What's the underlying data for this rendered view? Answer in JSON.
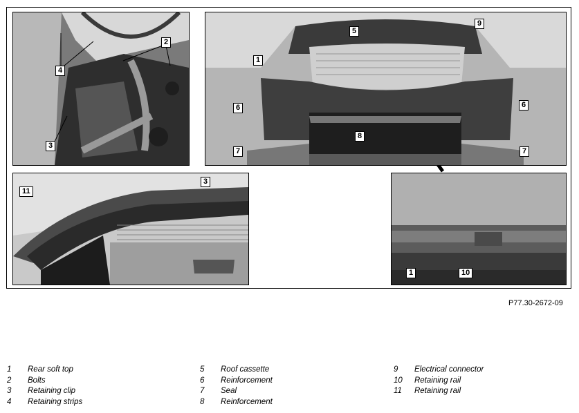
{
  "figure_reference": "P77.30-2672-09",
  "callouts": {
    "p1": [
      "2",
      "4",
      "3"
    ],
    "p2": [
      "9",
      "5",
      "1",
      "6",
      "6",
      "8",
      "7",
      "7"
    ],
    "p3": [
      "11",
      "3"
    ],
    "p4": [
      "1",
      "10"
    ]
  },
  "legend": [
    [
      {
        "num": "1",
        "text": "Rear soft top"
      },
      {
        "num": "2",
        "text": "Bolts"
      },
      {
        "num": "3",
        "text": "Retaining clip"
      },
      {
        "num": "4",
        "text": "Retaining strips"
      }
    ],
    [
      {
        "num": "5",
        "text": "Roof cassette"
      },
      {
        "num": "6",
        "text": "Reinforcement"
      },
      {
        "num": "7",
        "text": "Seal"
      },
      {
        "num": "8",
        "text": "Reinforcement"
      }
    ],
    [
      {
        "num": "9",
        "text": "Electrical connector"
      },
      {
        "num": "10",
        "text": "Retaining rail"
      },
      {
        "num": "11",
        "text": "Retaining rail"
      }
    ]
  ]
}
